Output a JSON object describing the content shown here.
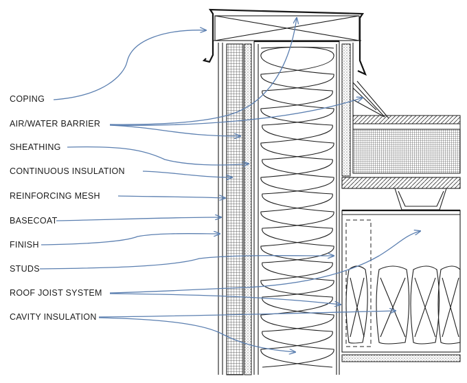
{
  "labels": [
    {
      "id": "coping",
      "text": "COPING"
    },
    {
      "id": "air-water-barrier",
      "text": "AIR/WATER BARRIER"
    },
    {
      "id": "sheathing",
      "text": "SHEATHING"
    },
    {
      "id": "continuous-insulation",
      "text": "CONTINUOUS INSULATION"
    },
    {
      "id": "reinforcing-mesh",
      "text": "REINFORCING MESH"
    },
    {
      "id": "basecoat",
      "text": "BASECOAT"
    },
    {
      "id": "finish",
      "text": "FINISH"
    },
    {
      "id": "studs",
      "text": "STUDS"
    },
    {
      "id": "roof-joist-system",
      "text": "ROOF JOIST SYSTEM"
    },
    {
      "id": "cavity-insulation",
      "text": "CAVITY INSULATION"
    }
  ],
  "colors": {
    "leader": "#5b7fb0",
    "line": "#1c1c1c",
    "background": "#ffffff"
  }
}
